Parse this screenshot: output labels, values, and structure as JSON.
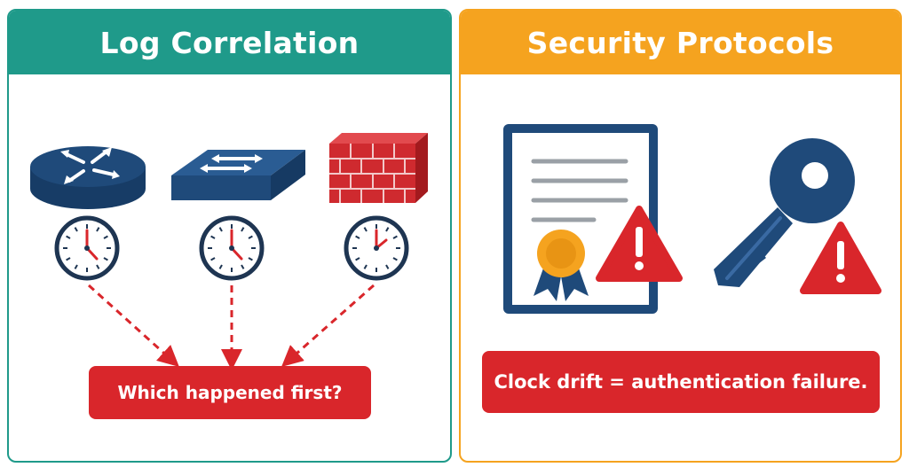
{
  "left_panel": {
    "title": "Log Correlation",
    "question": "Which happened first?",
    "devices": [
      "router-icon",
      "switch-icon",
      "firewall-icon"
    ],
    "clocks": [
      "clock-icon",
      "clock-icon",
      "clock-icon"
    ]
  },
  "right_panel": {
    "title": "Security Protocols",
    "statement": "Clock drift = authentication failure.",
    "items": [
      "certificate-icon",
      "warning-icon",
      "key-icon",
      "warning-icon"
    ]
  },
  "colors": {
    "teal": "#1f9a8a",
    "orange": "#f5a31f",
    "red": "#d9262b",
    "navy": "#1f4a7a"
  }
}
